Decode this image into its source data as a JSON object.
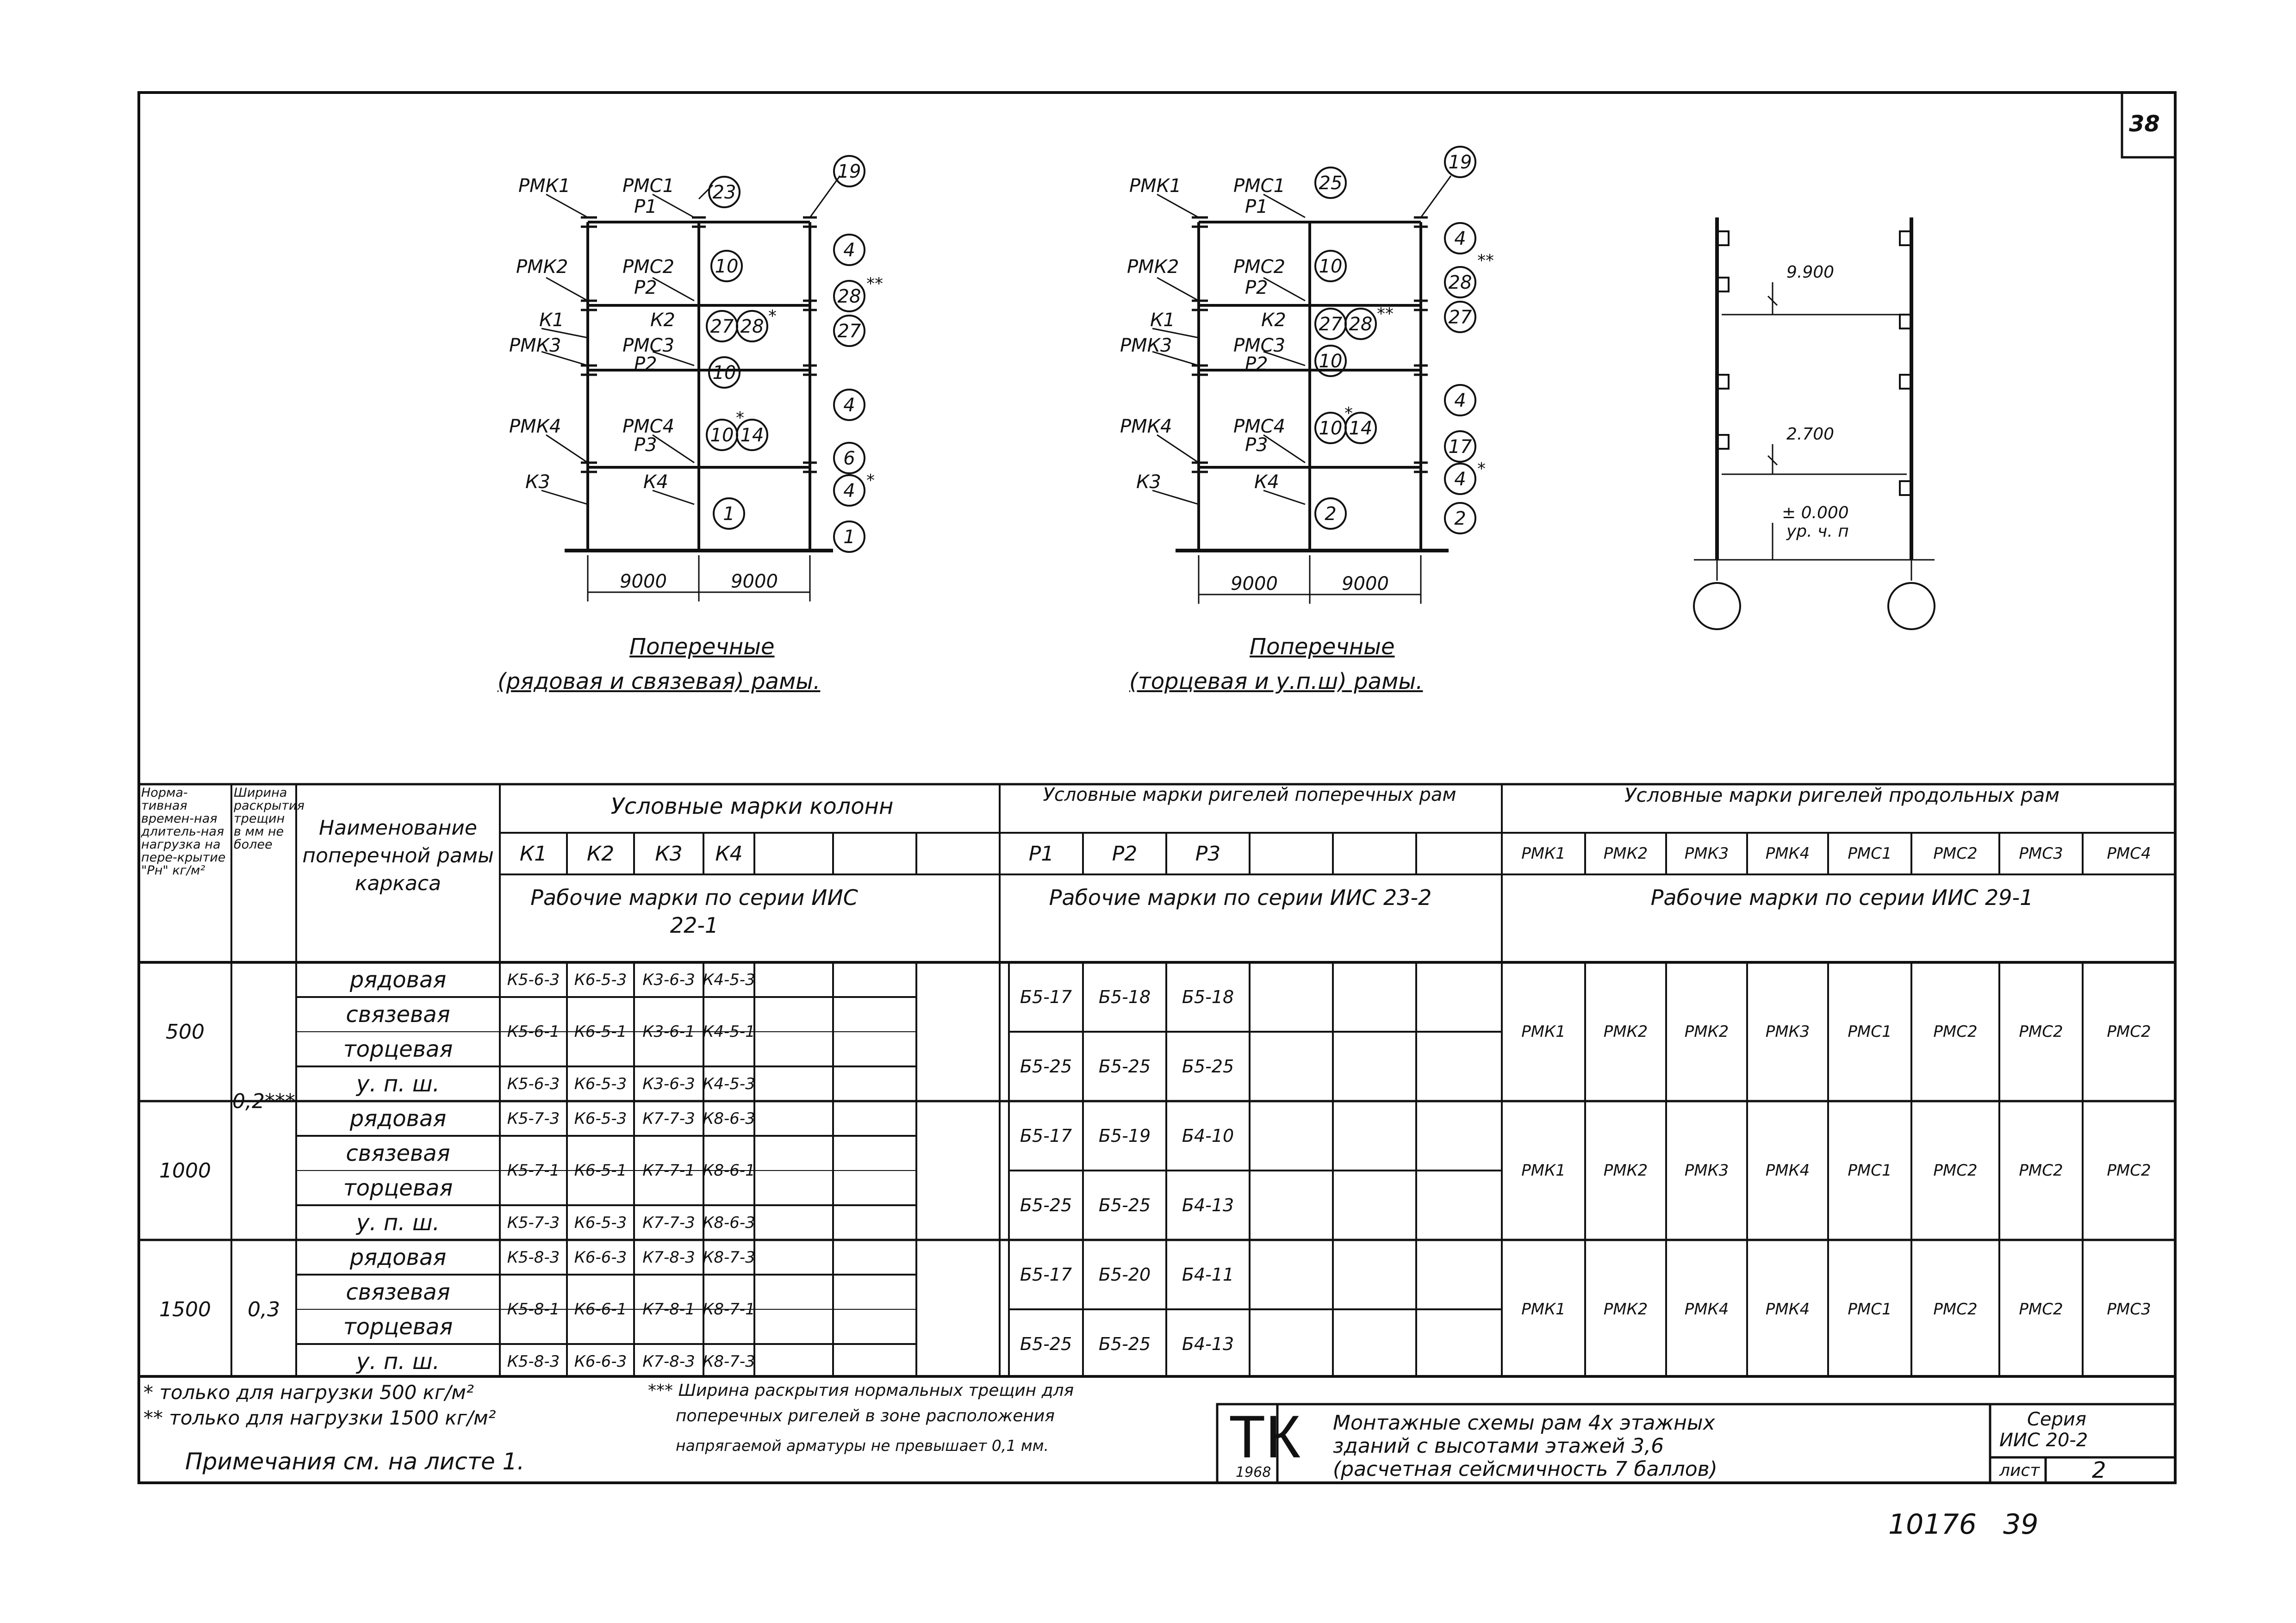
{
  "sheet_corner_number": "38",
  "frames": {
    "left": {
      "labels": {
        "rmk1": "РМК1",
        "rmc1": "РМС1",
        "r1": "Р1",
        "rmk2": "РМК2",
        "rmc2": "РМС2",
        "r2a": "Р2",
        "k1": "К1",
        "k2": "К2",
        "rmk3": "РМК3",
        "rmc3": "РМС3",
        "r2b": "Р2",
        "rmk4": "РМК4",
        "rmc4": "РМС4",
        "r3": "Р3",
        "k3": "К3",
        "k4": "К4"
      },
      "circles": [
        "23",
        "19",
        "10",
        "4",
        "28",
        "27",
        "28",
        "27",
        "10",
        "4",
        "10",
        "14",
        "6",
        "4",
        "1",
        "1"
      ],
      "stars": {
        "s1": "**",
        "s2": "*",
        "s3": "*",
        "s4": "*"
      },
      "spans": [
        "9000",
        "9000"
      ],
      "caption1": "Поперечные",
      "caption2": "(рядовая и связевая) рамы."
    },
    "right": {
      "labels": {
        "rmk1": "РМК1",
        "rmc1": "РМС1",
        "r1": "Р1",
        "rmk2": "РМК2",
        "rmc2": "РМС2",
        "r2a": "Р2",
        "k1": "К1",
        "k2": "К2",
        "rmk3": "РМК3",
        "rmc3": "РМС3",
        "r2b": "Р2",
        "rmk4": "РМК4",
        "rmc4": "РМС4",
        "r3": "Р3",
        "k3": "К3",
        "k4": "К4"
      },
      "circles": [
        "25",
        "19",
        "10",
        "4",
        "28",
        "27",
        "28",
        "27",
        "10",
        "4",
        "10",
        "14",
        "17",
        "4",
        "2",
        "2"
      ],
      "stars": {
        "s1": "**",
        "s2": "**",
        "s3": "*",
        "s4": "*"
      },
      "spans": [
        "9000",
        "9000"
      ],
      "caption1": "Поперечные",
      "caption2": "(торцевая и у.п.ш) рамы."
    },
    "section": {
      "elev1": "9.900",
      "elev2": "2.700",
      "elev3": "± 0.000",
      "elev3b": "ур. ч. п"
    }
  },
  "table": {
    "h_load": "Норма-тивная времен-ная длитель-ная нагрузка на пере-крытие \"Рн\" кг/м²",
    "h_crack": "Ширина раскрытия трещин в мм не более",
    "h_name": "Наименование поперечной рамы каркаса",
    "h_col_title": "Условные марки колонн",
    "h_col_marks": [
      "К1",
      "К2",
      "К3",
      "К4",
      "",
      ""
    ],
    "h_col_series": "Рабочие марки по серии ИИС 22-1",
    "h_rig_title": "Условные марки ригелей поперечных рам",
    "h_rig_marks": [
      "Р1",
      "Р2",
      "Р3",
      "",
      "",
      ""
    ],
    "h_rig_series": "Рабочие марки по серии ИИС 23-2",
    "h_lon_title": "Условные марки ригелей продольных рам",
    "h_lon_marks": [
      "РМК1",
      "РМК2",
      "РМК3",
      "РМК4",
      "РМС1",
      "РМС2",
      "РМС3",
      "РМС4"
    ],
    "h_lon_series": "Рабочие марки по серии ИИС 29-1",
    "groups": [
      {
        "load": "500",
        "rows": [
          {
            "name": "рядовая",
            "cols": [
              "К5-6-3",
              "К6-5-3",
              "К3-6-3",
              "К4-5-3"
            ]
          },
          {
            "name": "связевая",
            "cols": [
              "",
              "",
              "",
              ""
            ]
          },
          {
            "name": "торцевая",
            "cols": [
              "К5-6-1",
              "К6-5-1",
              "К3-6-1",
              "К4-5-1"
            ]
          },
          {
            "name": "у. п. ш.",
            "cols": [
              "К5-6-3",
              "К6-5-3",
              "К3-6-3",
              "К4-5-3"
            ]
          }
        ],
        "rig_a": [
          "Б5-17",
          "Б5-18",
          "Б5-18"
        ],
        "rig_b": [
          "Б5-25",
          "Б5-25",
          "Б5-25"
        ],
        "lon": [
          "РМК1",
          "РМК2",
          "РМК2",
          "РМК3",
          "РМС1",
          "РМС2",
          "РМС2",
          "РМС2"
        ]
      },
      {
        "load": "1000",
        "rows": [
          {
            "name": "рядовая",
            "cols": [
              "К5-7-3",
              "К6-5-3",
              "К7-7-3",
              "К8-6-3"
            ]
          },
          {
            "name": "связевая",
            "cols": [
              "",
              "",
              "",
              ""
            ]
          },
          {
            "name": "торцевая",
            "cols": [
              "К5-7-1",
              "К6-5-1",
              "К7-7-1",
              "К8-6-1"
            ]
          },
          {
            "name": "у. п. ш.",
            "cols": [
              "К5-7-3",
              "К6-5-3",
              "К7-7-3",
              "К8-6-3"
            ]
          }
        ],
        "rig_a": [
          "Б5-17",
          "Б5-19",
          "Б4-10"
        ],
        "rig_b": [
          "Б5-25",
          "Б5-25",
          "Б4-13"
        ],
        "lon": [
          "РМК1",
          "РМК2",
          "РМК3",
          "РМК4",
          "РМС1",
          "РМС2",
          "РМС2",
          "РМС2"
        ]
      },
      {
        "load": "1500",
        "rows": [
          {
            "name": "рядовая",
            "cols": [
              "К5-8-3",
              "К6-6-3",
              "К7-8-3",
              "К8-7-3"
            ]
          },
          {
            "name": "связевая",
            "cols": [
              "",
              "",
              "",
              ""
            ]
          },
          {
            "name": "торцевая",
            "cols": [
              "К5-8-1",
              "К6-6-1",
              "К7-8-1",
              "К8-7-1"
            ]
          },
          {
            "name": "у. п. ш.",
            "cols": [
              "К5-8-3",
              "К6-6-3",
              "К7-8-3",
              "К8-7-3"
            ]
          }
        ],
        "rig_a": [
          "Б5-17",
          "Б5-20",
          "Б4-11"
        ],
        "rig_b": [
          "Б5-25",
          "Б5-25",
          "Б4-13"
        ],
        "lon": [
          "РМК1",
          "РМК2",
          "РМК4",
          "РМК4",
          "РМС1",
          "РМС2",
          "РМС2",
          "РМС3"
        ]
      }
    ],
    "crack_a": "0,2***",
    "crack_b": "0,3"
  },
  "notes": {
    "n1": "* только для нагрузки 500 кг/м²",
    "n2": "** только для нагрузки 1500 кг/м²",
    "n3": "Примечания см. на листе 1.",
    "n4a": "*** Ширина раскрытия нормальных трещин для",
    "n4b": "поперечных ригелей в зоне расположения",
    "n4c": "напрягаемой арматуры не превышает 0,1 мм."
  },
  "stamp": {
    "logo": "ТК",
    "year": "1968",
    "title1": "Монтажные схемы рам 4х этажных",
    "title2": "зданий с высотами этажей 3,6",
    "title3": "(расчетная сейсмичность 7 баллов)",
    "series_label": "Серия",
    "series_value": "ИИС 20-2",
    "sheet_label": "лист",
    "sheet_value": "2"
  },
  "footer_code": "10176   39"
}
